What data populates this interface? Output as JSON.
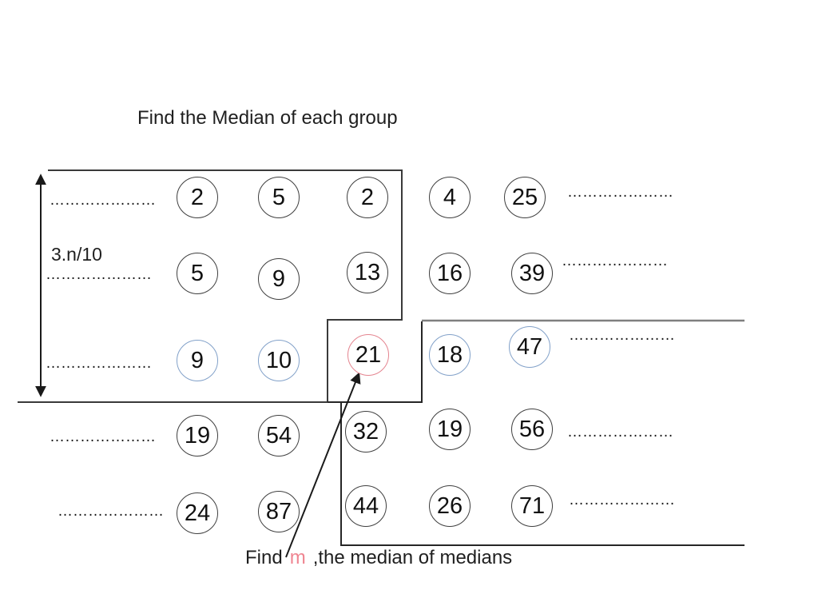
{
  "title": "Find the Median of each group",
  "height_label": "3.n/10",
  "dots": "…………………",
  "caption": {
    "prefix": "Find",
    "highlight": "m",
    "suffix": ",the median of medians"
  },
  "colors": {
    "circle_default_stroke": "#3f3f3f",
    "circle_blue_stroke": "#82a1c9",
    "circle_red_stroke": "#e4848f",
    "caption_highlight": "#ef8591",
    "outline_dark": "#333333",
    "outline_gray": "#7f7f7f"
  },
  "circles": [
    {
      "value": "2",
      "highlight": "none"
    },
    {
      "value": "5",
      "highlight": "none"
    },
    {
      "value": "2",
      "highlight": "none"
    },
    {
      "value": "4",
      "highlight": "none"
    },
    {
      "value": "25",
      "highlight": "none"
    },
    {
      "value": "5",
      "highlight": "none"
    },
    {
      "value": "9",
      "highlight": "none"
    },
    {
      "value": "13",
      "highlight": "none"
    },
    {
      "value": "16",
      "highlight": "none"
    },
    {
      "value": "39",
      "highlight": "none"
    },
    {
      "value": "9",
      "highlight": "blue"
    },
    {
      "value": "10",
      "highlight": "blue"
    },
    {
      "value": "21",
      "highlight": "red"
    },
    {
      "value": "18",
      "highlight": "blue"
    },
    {
      "value": "47",
      "highlight": "blue"
    },
    {
      "value": "19",
      "highlight": "none"
    },
    {
      "value": "54",
      "highlight": "none"
    },
    {
      "value": "32",
      "highlight": "none"
    },
    {
      "value": "19",
      "highlight": "none"
    },
    {
      "value": "56",
      "highlight": "none"
    },
    {
      "value": "24",
      "highlight": "none"
    },
    {
      "value": "87",
      "highlight": "none"
    },
    {
      "value": "44",
      "highlight": "none"
    },
    {
      "value": "26",
      "highlight": "none"
    },
    {
      "value": "71",
      "highlight": "none"
    }
  ]
}
